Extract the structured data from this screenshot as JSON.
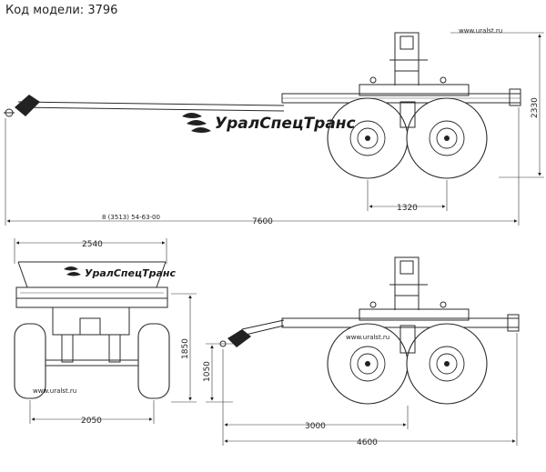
{
  "header": {
    "model_label": "Код модели: 3796"
  },
  "brand": {
    "name": "УралСпецТранс",
    "site": "www.uralst.ru",
    "phone": "8 (3513) 54-63-00"
  },
  "dimensions": {
    "overall_length": "7600",
    "wheelbase": "1320",
    "height": "2330",
    "width": "2540",
    "track": "2050",
    "coupling_height_max": "1850",
    "coupling_height_min": "1050",
    "drawbar_to_axle": "3000",
    "length_retracted": "4600"
  }
}
